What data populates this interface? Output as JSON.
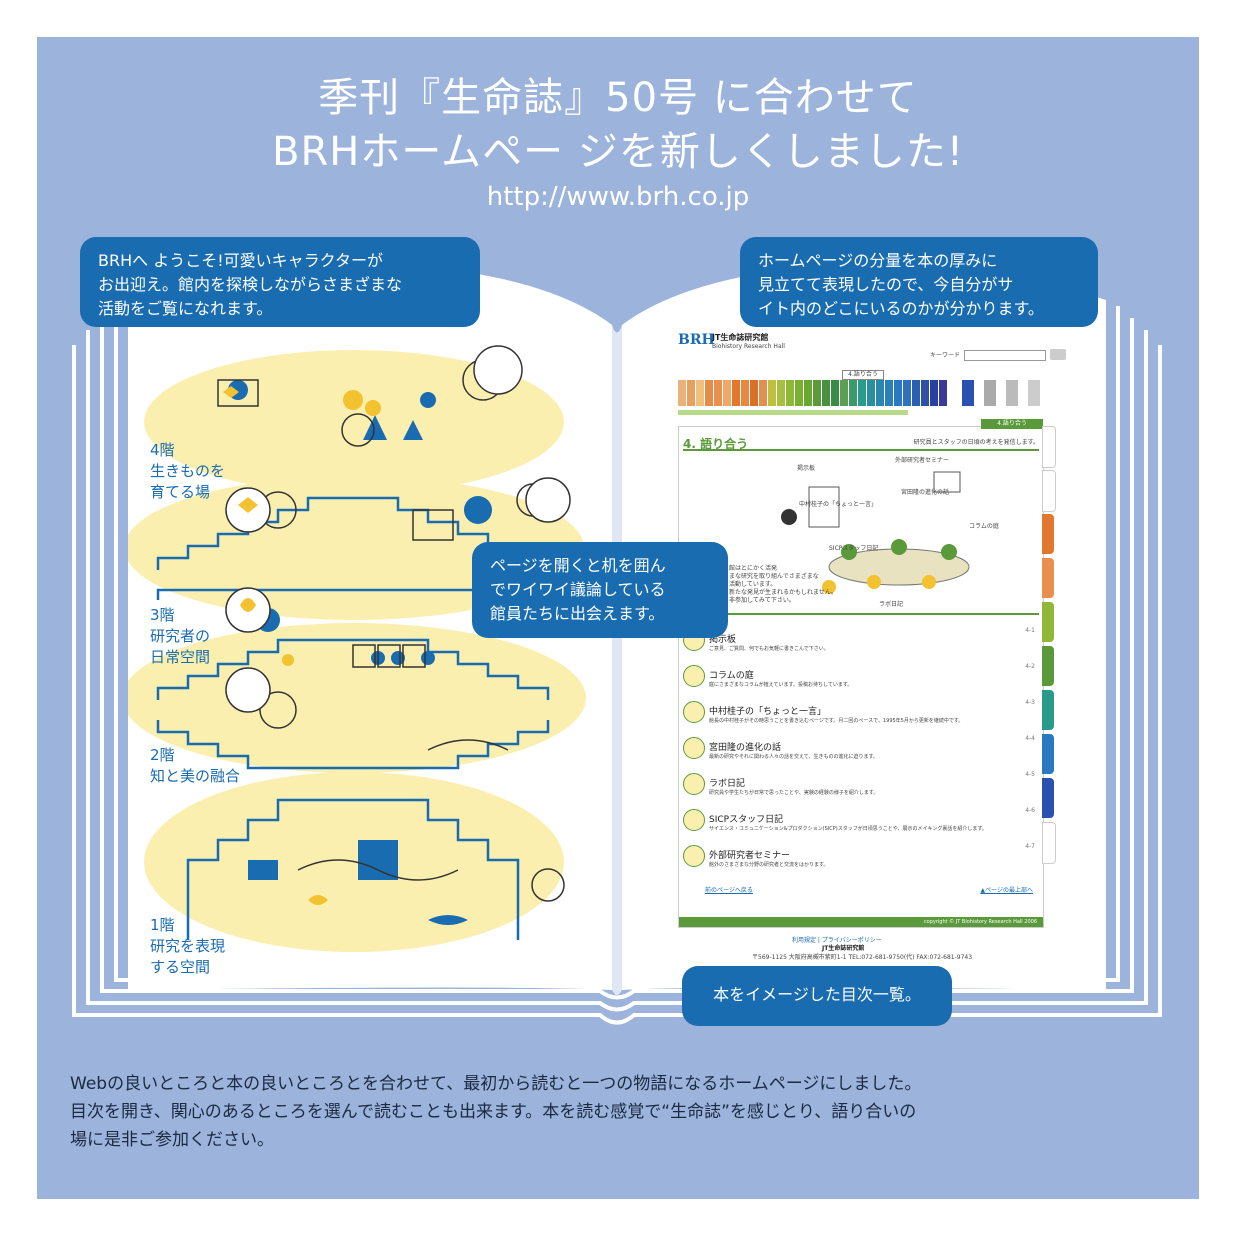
{
  "header": {
    "line1": "季刊『生命誌』50号 に合わせて",
    "line2": "BRHホームペー ジを新しくしました!",
    "url": "http://www.brh.co.jp"
  },
  "bubbles": {
    "left_top": [
      "BRHへ ようこそ!可愛いキャラクターが",
      "お出迎え。館内を探検しながらさまざまな",
      "活動をご覧になれます。"
    ],
    "right_top": [
      "ホームページの分量を本の厚みに",
      "見立てて表現したので、今自分がサ",
      "イト内のどこにいるのかが分かります。"
    ],
    "center": [
      "ページを開くと机を囲ん",
      "でワイワイ議論している",
      "館員たちに出会えます。"
    ],
    "bottom": "本をイメージした目次一覧。"
  },
  "floors": [
    {
      "num": "4階",
      "desc": [
        "生きものを",
        "育てる場"
      ]
    },
    {
      "num": "3階",
      "desc": [
        "研究者の",
        "日常空間"
      ]
    },
    {
      "num": "2階",
      "desc": [
        "知と美の融合"
      ]
    },
    {
      "num": "1階",
      "desc": [
        "研究を表現",
        "する空間"
      ]
    }
  ],
  "site": {
    "logo": "BRH",
    "logo_jp": "JT生命誌研究館",
    "logo_en": "Biohistory Research Hall",
    "search_label": "キーワード",
    "section_title": "4. 語り合う",
    "section_tab": "4.語り合う",
    "section_note": "研究員とスタッフの日頃の考えを発信します。",
    "bubble_labels": {
      "board": "掲示板",
      "seminar": "外部研究者セミナー",
      "nakamura": "中村桂子の「ちょっと一言」",
      "miyata": "宮田隆の進化の話",
      "column": "コラムの庭",
      "sicp": "SICPスタッフ日記",
      "lab": "ラボ日記"
    },
    "intro": [
      "館はとにかく活発",
      "まな研究を取り組んでさまざまな",
      "活動しています。",
      "新たな発見が生まれるかもしれません。",
      "非参加してみて下さい。"
    ],
    "toc": [
      {
        "title": "掲示板",
        "num": "4-1",
        "desc": "ご意見、ご質問、何でもお気軽に書きこんで下さい。"
      },
      {
        "title": "コラムの庭",
        "num": "4-2",
        "desc": "庭にさまざまなコラムが植えています。投稿お待ちしています。"
      },
      {
        "title": "中村桂子の「ちょっと一言」",
        "num": "4-3",
        "desc": "館長の中村桂子がその時思うことを書き込むページです。月二回のペースで、1995年5月から更新を継続中です。"
      },
      {
        "title": "宮田隆の進化の話",
        "num": "4-4",
        "desc": "最新の研究やそれに関わる人々の話を交えて、生きものの進化に迫ります。"
      },
      {
        "title": "ラボ日記",
        "num": "4-5",
        "desc": "研究員や学生たちが日常で思ったことや、実験の経験の様子を紹介します。"
      },
      {
        "title": "SICPスタッフ日記",
        "num": "4-6",
        "desc": "サイエンス・コミュニケーション&プロダクション(SICP)スタッフが日頃思うことや、展示のメイキング裏話を紹介します。"
      },
      {
        "title": "外部研究者セミナー",
        "num": "4-7",
        "desc": "館外のさまざまな分野の研究者と交流をはかります。"
      }
    ],
    "prev_link": "前のページへ戻る",
    "next_link": "▲ページの最上部へ",
    "copyright": "copyright © JT Biohistory Research Hall 2006",
    "footer_links": "利用規定 | プライバシーポリシー",
    "footer_org": "JT生命誌研究館",
    "footer_addr": "〒569-1125 大阪府高槻市紫町1-1 TEL:072-681-9750(代) FAX:072-681-9743"
  },
  "footer_text": [
    "Webの良いところと本の良いところとを合わせて、最初から読むと一つの物語になるホームページにしました。",
    "目次を開き、関心のあるところを選んで読むことも出来ます。本を読む感覚で“生命誌”を感じとり、語り合いの",
    "場に是非ご参加ください。"
  ],
  "colors": {
    "background": "#9cb3dc",
    "bubble": "#1a6cb0",
    "highlight": "#fbefb0",
    "accent_green": "#5a9a3a"
  }
}
